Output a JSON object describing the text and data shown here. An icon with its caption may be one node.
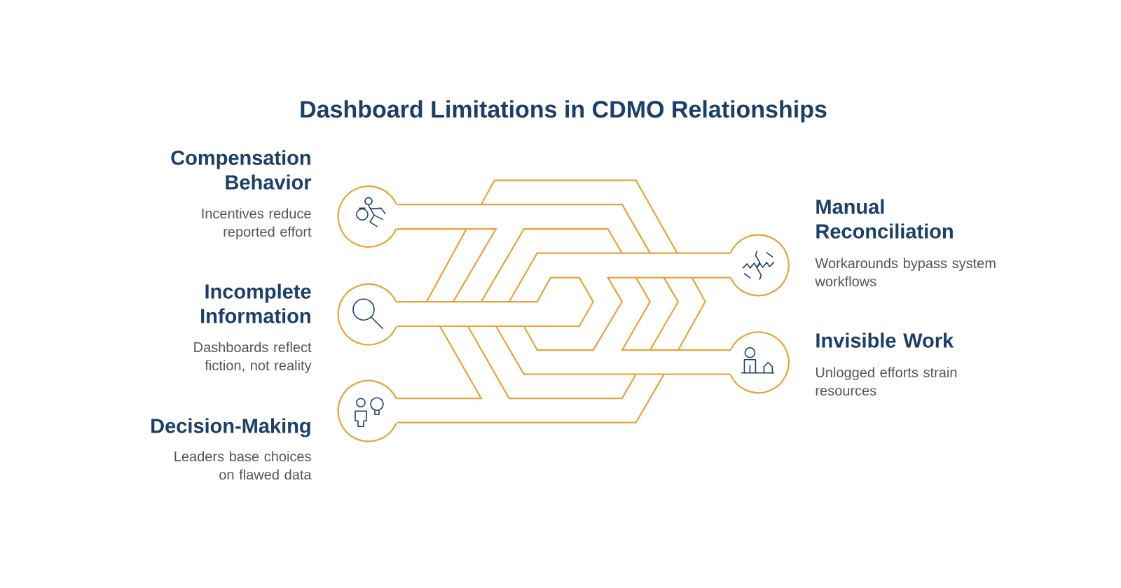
{
  "diagram": {
    "title": "Dashboard Limitations in CDMO Relationships",
    "nodes": [
      {
        "text": [
          "Compensation Behavior",
          "Incentives reduce reported effort"
        ]
      },
      {
        "text": [
          "Incomplete Information",
          "Dashboards reflect fiction, not reality"
        ]
      },
      {
        "text": [
          "Decision-Making",
          "Leaders base choices on flawed data"
        ]
      },
      {
        "text": [
          "Manual Reconciliation",
          "Workarounds bypass system workflows"
        ]
      },
      {
        "text": [
          "Invisible Work",
          "Unlogged efforts strain resources"
        ]
      }
    ]
  }
}
